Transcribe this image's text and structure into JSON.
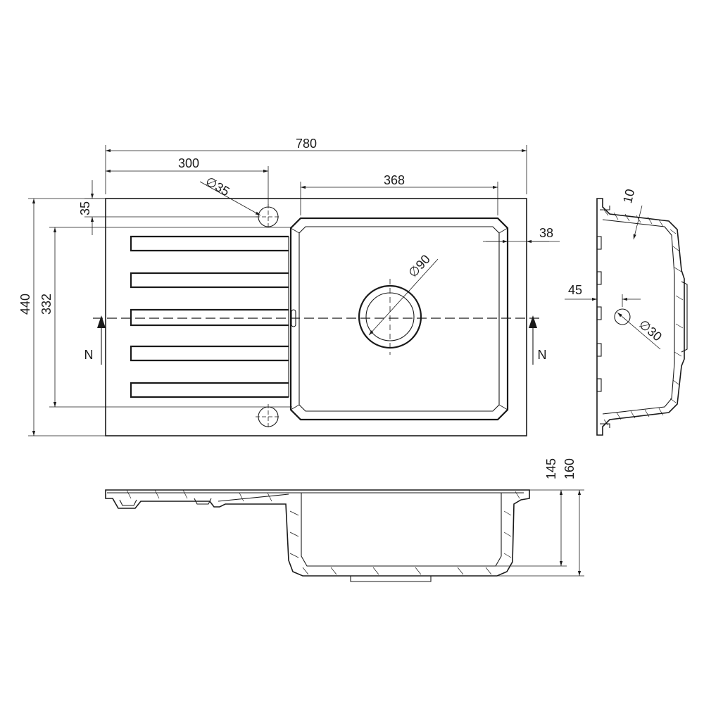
{
  "dimensions": {
    "overall_width": "780",
    "drainer_offset": "300",
    "tap_hole_diameter": "∅35",
    "bowl_width": "368",
    "edge_offset_top": "35",
    "overall_depth": "440",
    "drainer_depth": "332",
    "bowl_edge_offset": "38",
    "waste_diameter": "∅90",
    "side_offset": "45",
    "overflow_diameter": "∅30",
    "rim_thickness": "10",
    "bowl_depth_inner": "145",
    "bowl_depth_outer": "160"
  },
  "section_marks": {
    "left": "N",
    "right": "N"
  },
  "colors": {
    "line": "#1a1a1a",
    "background": "#ffffff"
  }
}
